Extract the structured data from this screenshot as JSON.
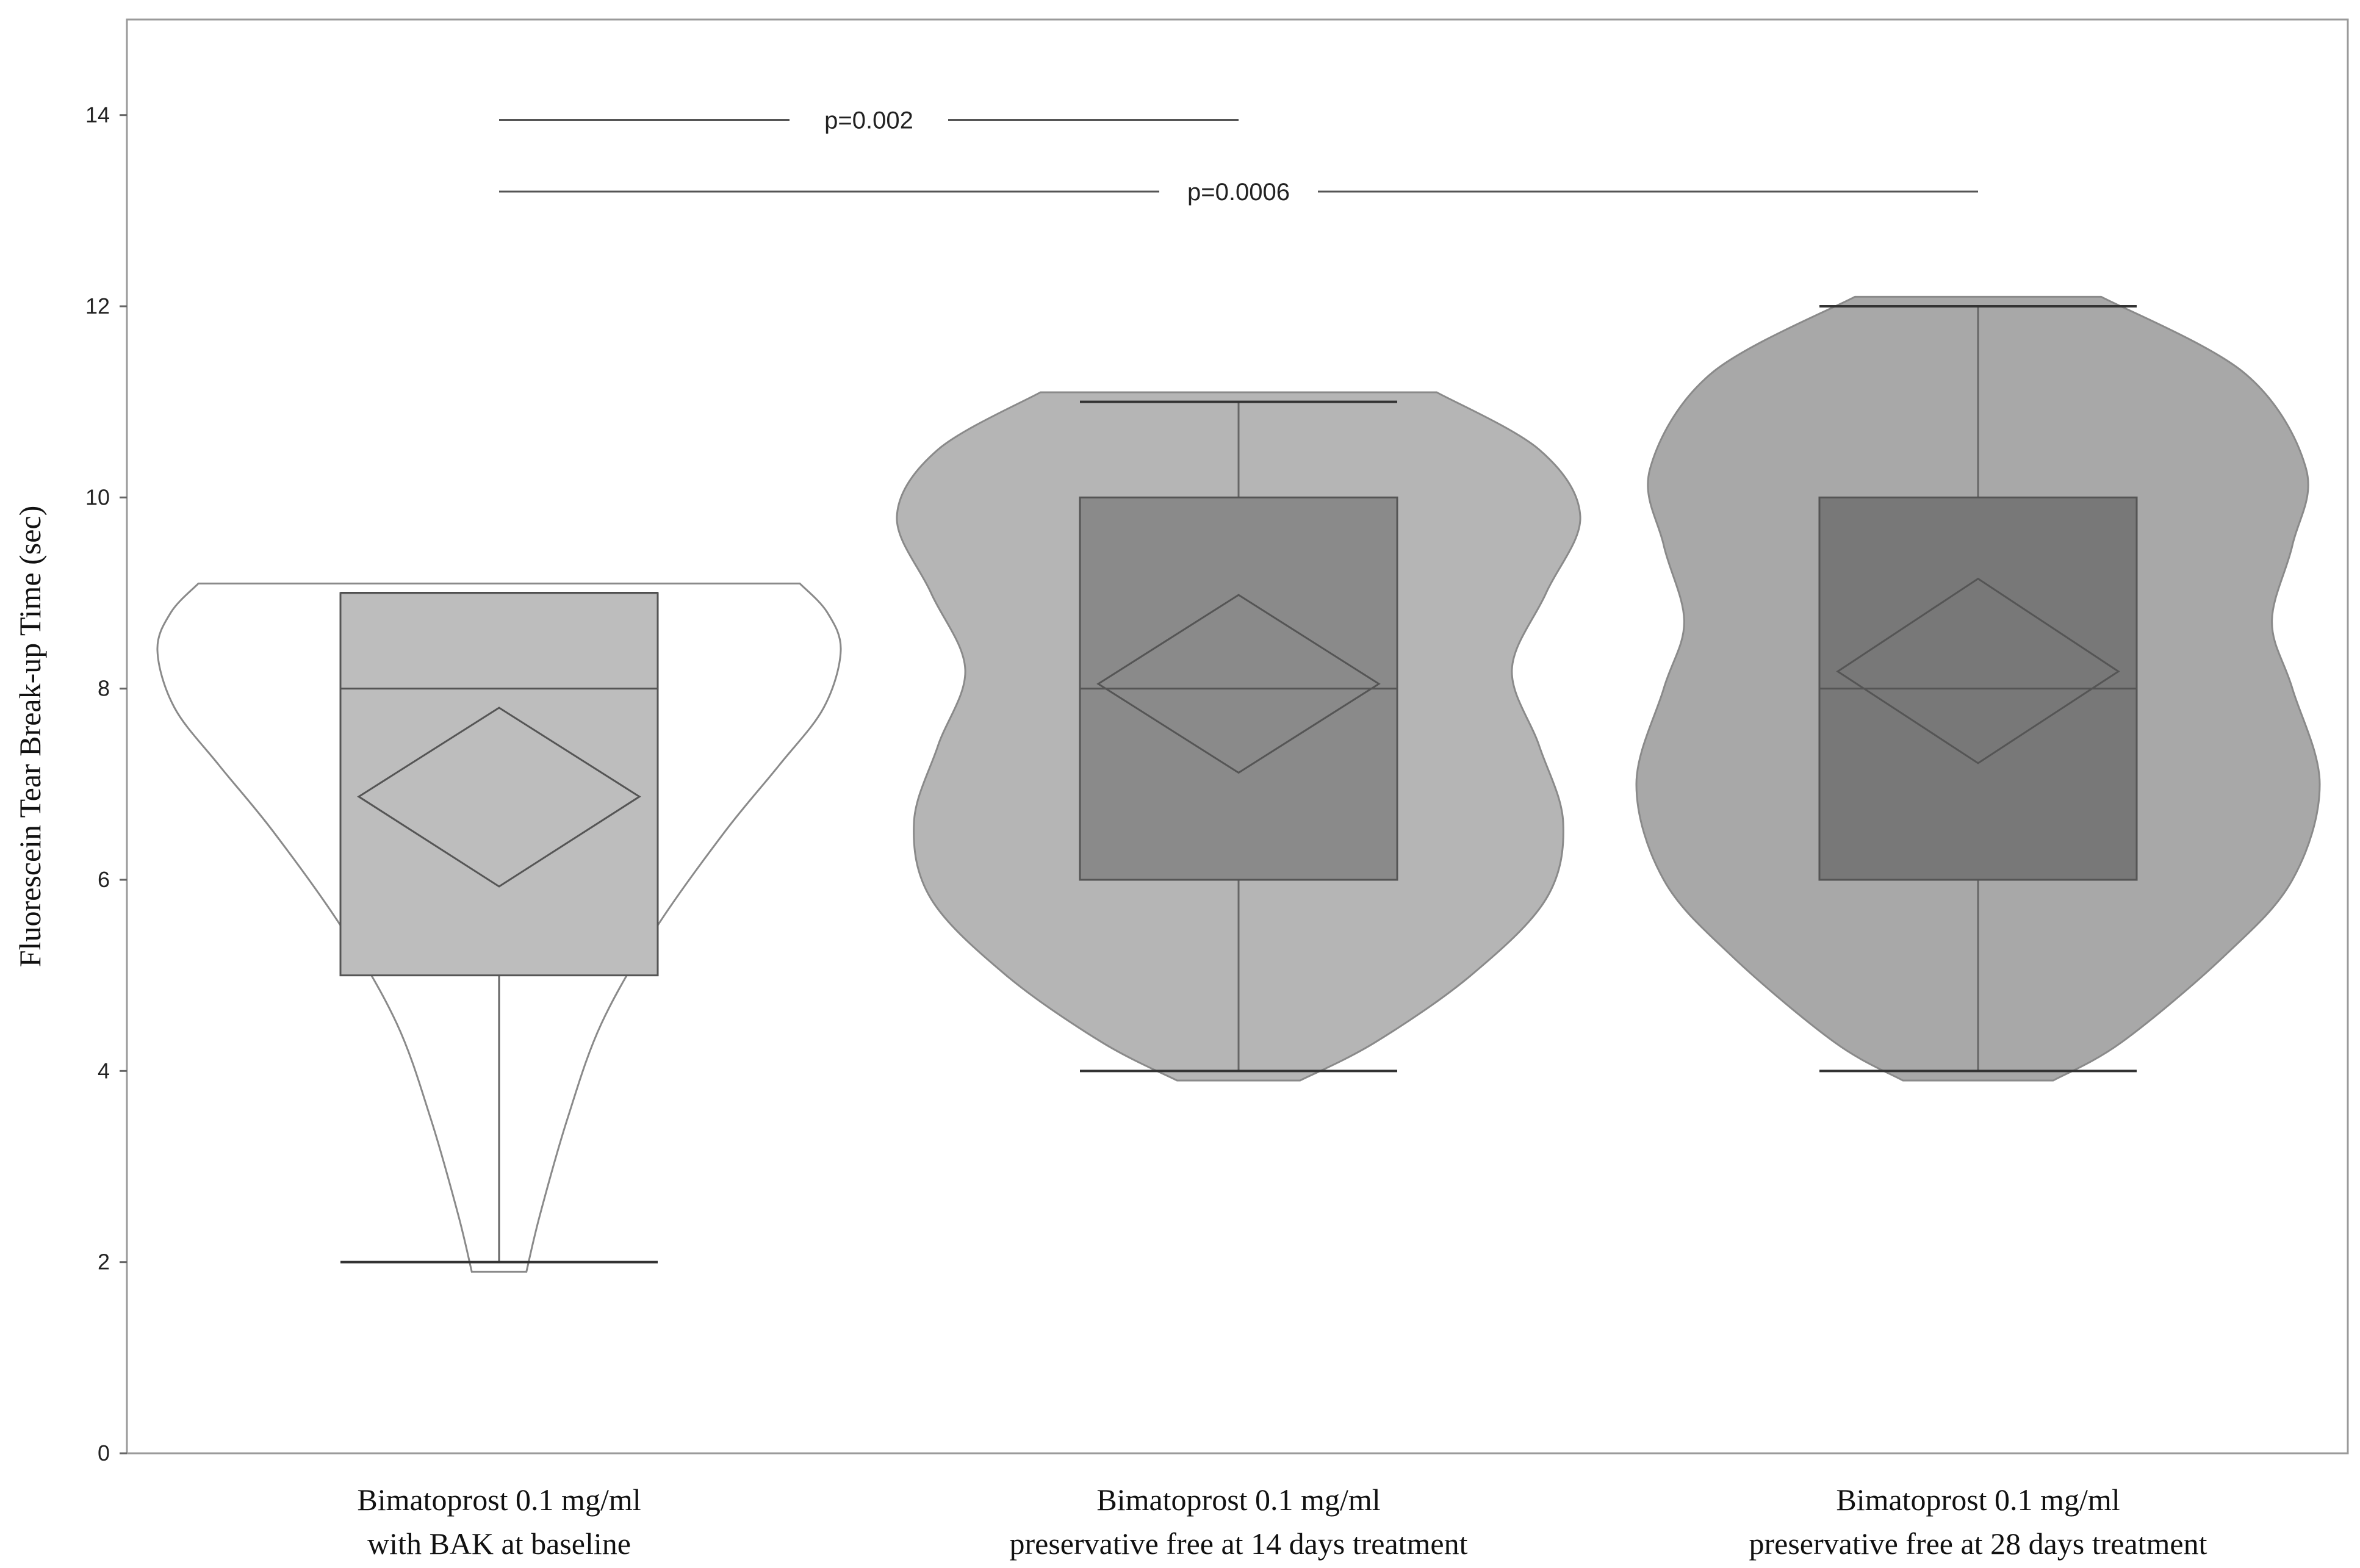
{
  "chart_data": {
    "type": "violin-box",
    "ylabel": "Fluorescein Tear Break-up Time (sec)",
    "ylim": [
      0,
      15
    ],
    "yticks": [
      0,
      2,
      4,
      6,
      8,
      10,
      12,
      14
    ],
    "grid": false,
    "categories": [
      [
        "Bimatoprost 0.1 mg/ml",
        "with BAK at baseline"
      ],
      [
        "Bimatoprost 0.1 mg/ml",
        "preservative free at 14 days treatment"
      ],
      [
        "Bimatoprost 0.1 mg/ml",
        "preservative free at 28 days treatment"
      ]
    ],
    "groups": [
      {
        "min": 2,
        "q1": 5,
        "median": 8,
        "q3": 9,
        "max": 9,
        "mean": 6.87,
        "mean_ci": [
          5.93,
          7.8
        ],
        "violin_fill": "#ffffff",
        "box_fill": "#bdbdbd",
        "violin": [
          [
            1.9,
            0.08
          ],
          [
            2.5,
            0.12
          ],
          [
            3.5,
            0.2
          ],
          [
            4.5,
            0.3
          ],
          [
            5.5,
            0.46
          ],
          [
            6.5,
            0.66
          ],
          [
            7.2,
            0.82
          ],
          [
            7.8,
            0.95
          ],
          [
            8.4,
            1.0
          ],
          [
            8.8,
            0.96
          ],
          [
            9.1,
            0.88
          ]
        ]
      },
      {
        "min": 4,
        "q1": 6,
        "median": 8,
        "q3": 10,
        "max": 11,
        "mean": 8.05,
        "mean_ci": [
          7.12,
          8.98
        ],
        "violin_fill": "#b5b5b5",
        "box_fill": "#8a8a8a",
        "violin": [
          [
            3.9,
            0.18
          ],
          [
            4.3,
            0.4
          ],
          [
            5.0,
            0.68
          ],
          [
            5.8,
            0.9
          ],
          [
            6.6,
            0.95
          ],
          [
            7.4,
            0.88
          ],
          [
            8.2,
            0.8
          ],
          [
            9.0,
            0.9
          ],
          [
            9.8,
            1.0
          ],
          [
            10.5,
            0.88
          ],
          [
            11.1,
            0.58
          ]
        ]
      },
      {
        "min": 4,
        "q1": 6,
        "median": 8,
        "q3": 10,
        "max": 12,
        "mean": 8.18,
        "mean_ci": [
          7.22,
          9.15
        ],
        "violin_fill": "#a8a8a8",
        "box_fill": "#787878",
        "violin": [
          [
            3.9,
            0.22
          ],
          [
            4.3,
            0.42
          ],
          [
            5.2,
            0.72
          ],
          [
            6.0,
            0.92
          ],
          [
            7.0,
            1.0
          ],
          [
            8.0,
            0.92
          ],
          [
            8.7,
            0.86
          ],
          [
            9.5,
            0.92
          ],
          [
            10.3,
            0.96
          ],
          [
            11.3,
            0.78
          ],
          [
            12.1,
            0.36
          ]
        ]
      }
    ],
    "annotations": [
      {
        "label": "p=0.002",
        "from": 0,
        "to": 1,
        "y": 13.95
      },
      {
        "label": "p=0.0006",
        "from": 0,
        "to": 2,
        "y": 13.2
      }
    ]
  }
}
